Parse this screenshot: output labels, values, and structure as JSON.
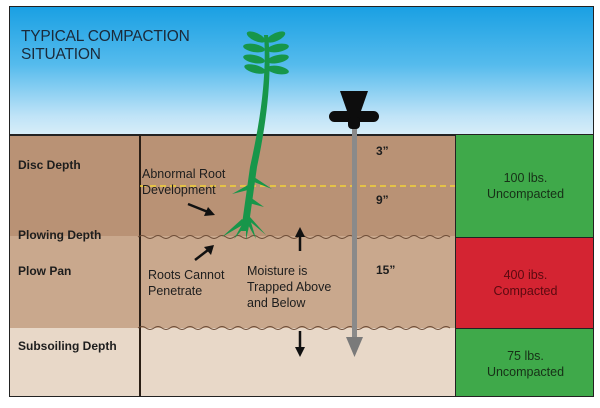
{
  "title": {
    "line1": "TYPICAL COMPACTION",
    "line2": "SITUATION"
  },
  "rows": [
    {
      "label": "Disc Depth"
    },
    {
      "label": "Plowing Depth"
    },
    {
      "label": "Plow Pan"
    },
    {
      "label": "Subsoiling Depth"
    }
  ],
  "notes": {
    "abnormal_root": [
      "Abnormal Root",
      "Development"
    ],
    "roots_cannot": [
      "Roots Cannot",
      "Penetrate"
    ],
    "moisture": [
      "Moisture is",
      "Trapped Above",
      "and Below"
    ]
  },
  "depths": [
    "3”",
    "9”",
    "15”"
  ],
  "panels": [
    {
      "line1": "100 lbs.",
      "line2": "Uncompacted",
      "status": "uncompacted"
    },
    {
      "line1": "400 ibs.",
      "line2": "Compacted",
      "status": "compacted"
    },
    {
      "line1": "75 lbs.",
      "line2": "Uncompacted",
      "status": "uncompacted"
    }
  ],
  "colors": {
    "uncompacted": "#3fa94a",
    "compacted": "#d42432",
    "plant": "#17964a",
    "probe": "#8a8a8a",
    "yellow_line": "#f2d23a"
  }
}
